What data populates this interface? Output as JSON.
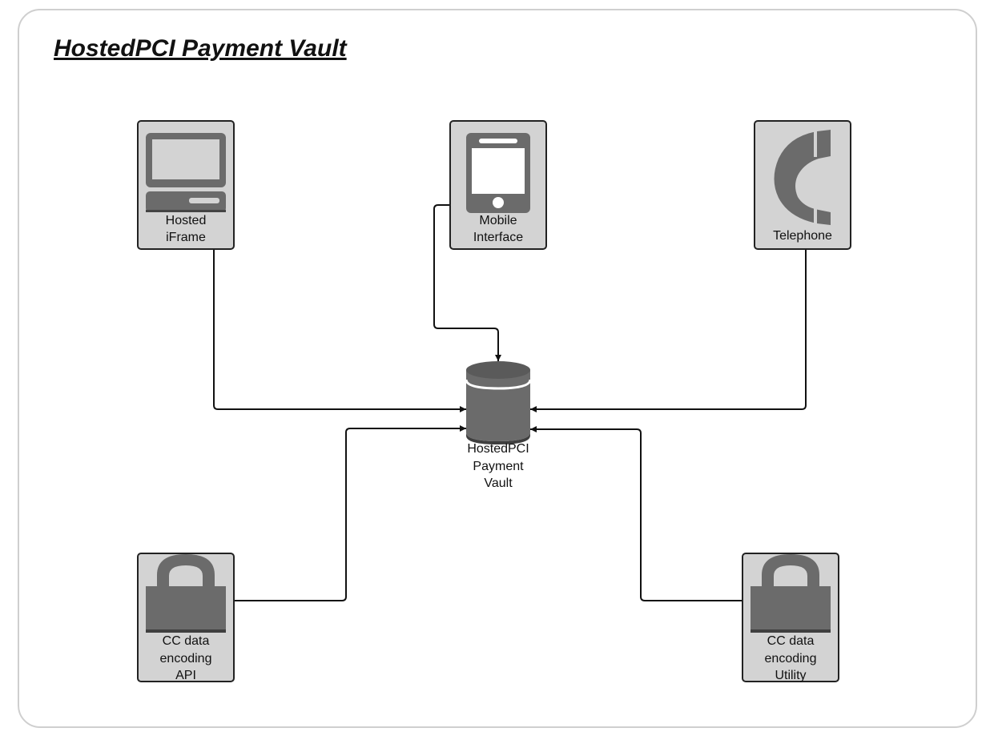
{
  "title": "HostedPCI Payment Vault",
  "nodes": {
    "iframe": {
      "lines": [
        "Hosted",
        "iFrame"
      ],
      "icon": "computer-icon"
    },
    "mobile": {
      "lines": [
        "Mobile",
        "Interface"
      ],
      "icon": "mobile-phone-icon"
    },
    "telephone": {
      "lines": [
        "Telephone"
      ],
      "icon": "telephone-handset-icon"
    },
    "vault": {
      "lines": [
        "HostedPCI",
        "Payment",
        "Vault"
      ],
      "icon": "database-icon"
    },
    "api": {
      "lines": [
        "CC data",
        "encoding",
        "API"
      ],
      "icon": "padlock-icon"
    },
    "utility": {
      "lines": [
        "CC data",
        "encoding",
        "Utility"
      ],
      "icon": "padlock-icon"
    }
  },
  "edges": [
    {
      "from": "iframe",
      "to": "vault"
    },
    {
      "from": "mobile",
      "to": "vault"
    },
    {
      "from": "telephone",
      "to": "vault"
    },
    {
      "from": "api",
      "to": "vault"
    },
    {
      "from": "utility",
      "to": "vault"
    }
  ],
  "colors": {
    "node_fill": "#d3d3d3",
    "icon_fill": "#6b6b6b",
    "stroke": "#111111"
  }
}
